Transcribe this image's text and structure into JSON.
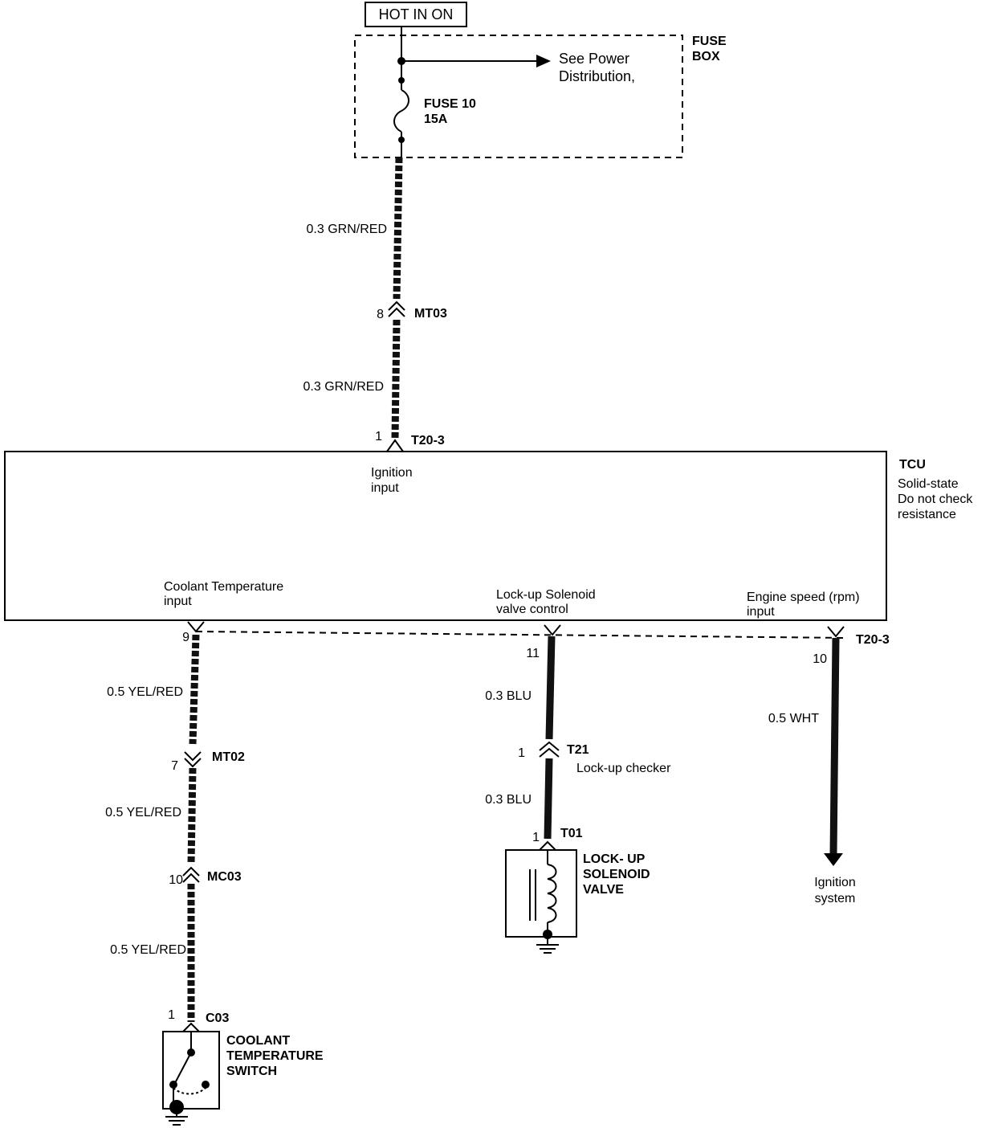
{
  "source": {
    "label": "HOT IN ON"
  },
  "fuse_box": {
    "title_line1": "FUSE",
    "title_line2": "BOX",
    "fuse_line1": "FUSE 10",
    "fuse_line2": "15A",
    "ref_line1": "See Power",
    "ref_line2": "Distribution,"
  },
  "wires": {
    "top_upper": "0.3 GRN/RED",
    "top_lower": "0.3 GRN/RED",
    "left_1": "0.5 YEL/RED",
    "left_2": "0.5 YEL/RED",
    "left_3": "0.5 YEL/RED",
    "mid_1": "0.3 BLU",
    "mid_2": "0.3 BLU",
    "right_1": "0.5 WHT"
  },
  "connectors": {
    "mt03": {
      "name": "MT03",
      "pin": "8"
    },
    "t20_top": {
      "name": "T20-3",
      "pin": "1"
    },
    "t20_bottom": {
      "name": "T20-3"
    },
    "pin_9": "9",
    "pin_11": "11",
    "pin_10": "10",
    "mt02": {
      "name": "MT02",
      "pin": "7"
    },
    "mc03": {
      "name": "MC03",
      "pin": "10"
    },
    "c03": {
      "name": "C03",
      "pin": "1"
    },
    "t21": {
      "name": "T21",
      "pin": "1",
      "desc": "Lock-up checker"
    },
    "t01": {
      "name": "T01",
      "pin": "1"
    }
  },
  "tcu": {
    "title": "TCU",
    "note_line1": "Solid-state",
    "note_line2": "Do not check",
    "note_line3": "resistance",
    "ignition_line1": "Ignition",
    "ignition_line2": "input",
    "coolant_line1": "Coolant Temperature",
    "coolant_line2": "input",
    "lockup_line1": "Lock-up Solenoid",
    "lockup_line2": "valve control",
    "engine_line1": "Engine speed (rpm)",
    "engine_line2": "input"
  },
  "components": {
    "coolant_switch_line1": "COOLANT",
    "coolant_switch_line2": "TEMPERATURE",
    "coolant_switch_line3": "SWITCH",
    "lockup_valve_line1": "LOCK- UP",
    "lockup_valve_line2": "SOLENOID",
    "lockup_valve_line3": "VALVE",
    "ignition_line1": "Ignition",
    "ignition_line2": "system"
  }
}
